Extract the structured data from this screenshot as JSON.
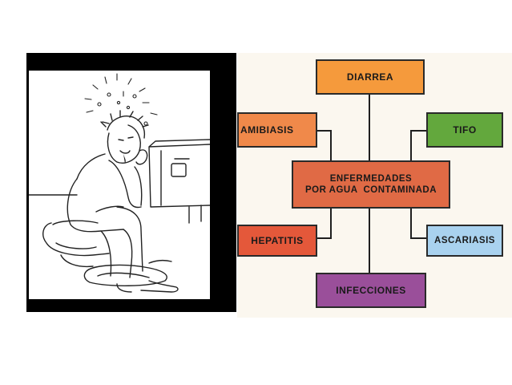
{
  "diagram": {
    "center": {
      "label_line1": "ENFERMEDADES",
      "label_line2": "POR AGUA  CONTAMINADA",
      "color": "#e06a45"
    },
    "nodes": {
      "diarrea": {
        "label": "DIARREA",
        "color": "#f59a3c"
      },
      "amibiasis": {
        "label": "AMIBIASIS",
        "color": "#f0894a"
      },
      "tifo": {
        "label": "TIFO",
        "color": "#63a83d"
      },
      "hepatitis": {
        "label": "HEPATITIS",
        "color": "#e4583a"
      },
      "ascariasis": {
        "label": "ASCARIASIS",
        "color": "#a9d2ef"
      },
      "infecciones": {
        "label": "INFECCIONES",
        "color": "#9a4f9a"
      }
    }
  }
}
